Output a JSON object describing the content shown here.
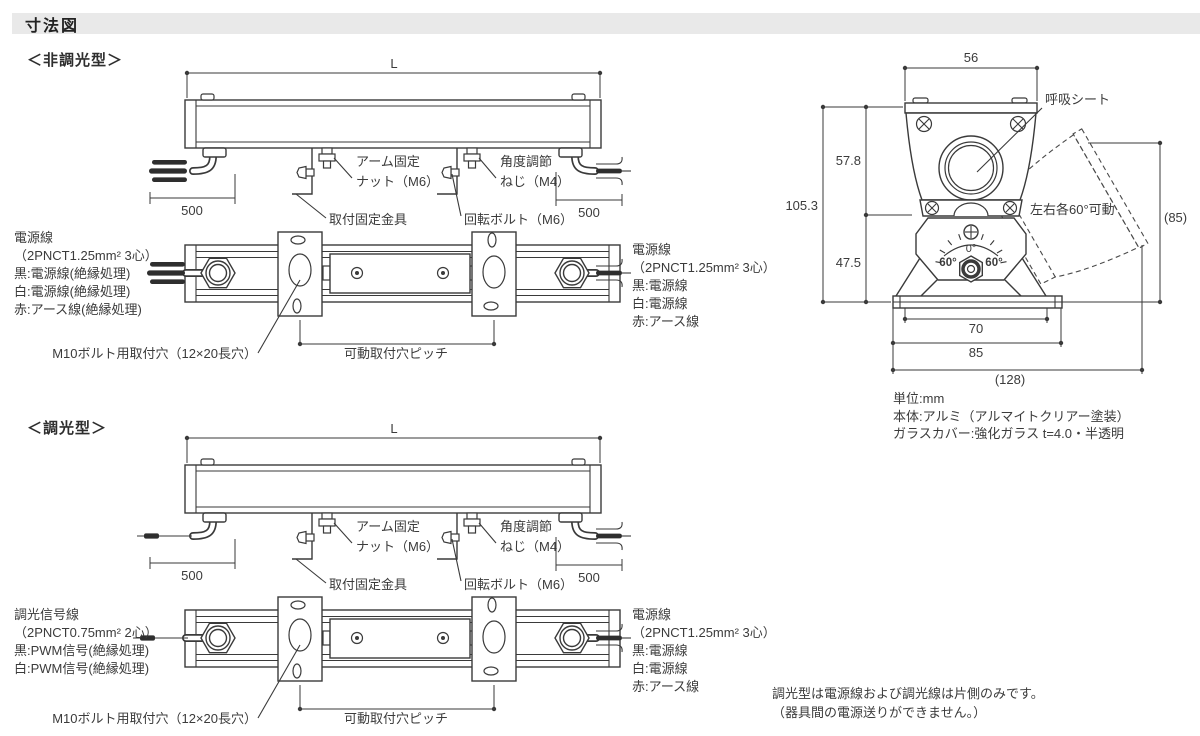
{
  "header": {
    "title": "寸法図"
  },
  "fixture": {
    "dims": {
      "length": "L",
      "cable_left": "500",
      "cable_right": "500"
    },
    "labels": {
      "arm_nut_line1": "アーム固定",
      "arm_nut_line2": "ナット（M6）",
      "angle_screw_line1": "角度調節",
      "angle_screw_line2": "ねじ（M4）",
      "mount_bracket": "取付固定金具",
      "rotation_bolt": "回転ボルト（M6）",
      "m10_hole": "M10ボルト用取付穴（12×20長穴）",
      "hole_pitch": "可動取付穴ピッチ"
    }
  },
  "sections": {
    "non_dimmable": {
      "heading": "＜非調光型＞",
      "left_note": {
        "title": "電源線",
        "spec": "（2PNCT1.25mm² 3心）",
        "lines": [
          "黒:電源線(絶縁処理)",
          "白:電源線(絶縁処理)",
          "赤:アース線(絶縁処理)"
        ]
      },
      "right_note": {
        "title": "電源線",
        "spec": "（2PNCT1.25mm² 3心）",
        "lines": [
          "黒:電源線",
          "白:電源線",
          "赤:アース線"
        ]
      }
    },
    "dimmable": {
      "heading": "＜調光型＞",
      "left_note": {
        "title": "調光信号線",
        "spec": "（2PNCT0.75mm² 2心）",
        "lines": [
          "黒:PWM信号(絶縁処理)",
          "白:PWM信号(絶縁処理)"
        ]
      },
      "right_note": {
        "title": "電源線",
        "spec": "（2PNCT1.25mm² 3心）",
        "lines": [
          "黒:電源線",
          "白:電源線",
          "赤:アース線"
        ]
      }
    }
  },
  "end_view": {
    "dims": {
      "top_width": "56",
      "upper_height": "57.8",
      "total_height": "105.3",
      "lower_height": "47.5",
      "base_inner": "70",
      "base_outer": "85",
      "overall_depth": "(128)",
      "swing_depth": "(85)"
    },
    "labels": {
      "breath_sheet": "呼吸シート",
      "swing_range": "左右各60°可動",
      "angle_center": "0°",
      "angle_left": "60°",
      "angle_right": "60°"
    }
  },
  "notes": {
    "unit": "単位:mm",
    "body": "本体:アルミ（アルマイトクリアー塗装）",
    "cover": "ガラスカバー:強化ガラス t=4.0・半透明"
  },
  "dimmer_note": {
    "line1": "調光型は電源線および調光線は片側のみです。",
    "line2": "（器具間の電源送りができません。）"
  }
}
